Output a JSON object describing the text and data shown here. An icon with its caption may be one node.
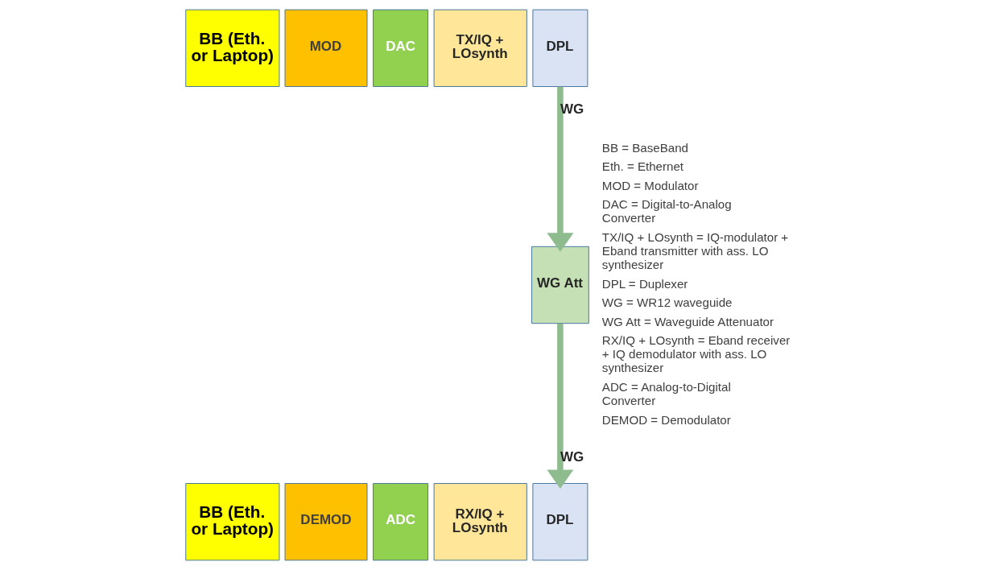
{
  "diagram": {
    "nodes": [
      {
        "text": [
          "BB (Eth. or Laptop)"
        ]
      },
      {
        "text": [
          "MOD"
        ]
      },
      {
        "text": [
          "DAC"
        ]
      },
      {
        "text": [
          "TX/IQ + LOsynth"
        ]
      },
      {
        "text": [
          "DPL"
        ]
      },
      {
        "text": [
          "WG Att"
        ]
      },
      {
        "text": [
          "BB (Eth. or Laptop)"
        ]
      },
      {
        "text": [
          "DEMOD"
        ]
      },
      {
        "text": [
          "ADC"
        ]
      },
      {
        "text": [
          "RX/IQ + LOsynth"
        ]
      },
      {
        "text": [
          "DPL"
        ]
      }
    ],
    "edges": [
      {
        "from": 4,
        "to": 5,
        "arrow": "to",
        "label": "WG"
      },
      {
        "from": 5,
        "to": 10,
        "arrow": "to",
        "label": "WG"
      }
    ],
    "labels": [
      "BB = BaseBand",
      "Eth. = Ethernet",
      "MOD = Modulator",
      "DAC = Digital-to-Analog Converter",
      "TX/IQ + LOsynth = IQ-modulator + Eband transmitter with ass. LO synthesizer",
      "DPL = Duplexer",
      "WG = WR12 waveguide",
      "WG Att = Waveguide Attenuator",
      "RX/IQ + LOsynth = Eband receiver + IQ demodulator with ass. LO synthesizer",
      "ADC = Analog-to-Digital Converter",
      "DEMOD = Demodulator"
    ]
  }
}
